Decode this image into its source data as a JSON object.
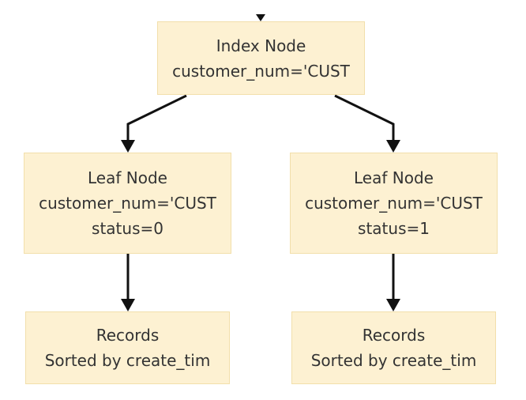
{
  "nodes": {
    "index": {
      "title": "Index Node",
      "line1": "customer_num='CUST"
    },
    "leaf_left": {
      "title": "Leaf Node",
      "line1": "customer_num='CUST",
      "line2": "status=0"
    },
    "leaf_right": {
      "title": "Leaf Node",
      "line1": "customer_num='CUST",
      "line2": "status=1"
    },
    "records_left": {
      "title": "Records",
      "line1": "Sorted by create_tim"
    },
    "records_right": {
      "title": "Records",
      "line1": "Sorted by create_tim"
    }
  },
  "colors": {
    "node_fill": "#fdf1d2",
    "node_border": "#f2dfab",
    "node_text": "#333333",
    "edge": "#111111"
  }
}
